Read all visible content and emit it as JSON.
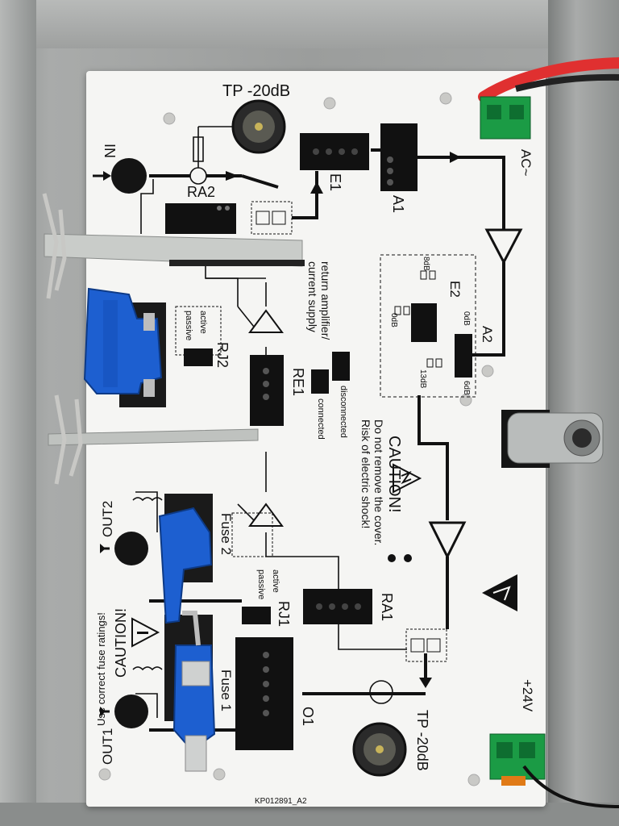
{
  "board": {
    "tp_top": "TP -20dB",
    "tp_bottom": "TP -20dB",
    "in": "IN",
    "ra2": "RA2",
    "e1": "E1",
    "a1": "A1",
    "ac": "AC~",
    "e2": "E2",
    "a2": "A2",
    "db8": "8dB",
    "db0": "0dB",
    "db13": "13dB",
    "a2_0db": "0dB",
    "a2_6db": "6dB",
    "return_amp_1": "return amplifier/",
    "return_amp_2": "current supply",
    "disconnected": "disconnected",
    "connected": "connected",
    "re1": "RE1",
    "rj2": "RJ2",
    "active_top": "active",
    "passive_top": "passive",
    "caution_right": "CAUTION!",
    "caution_right_l1": "Do not remove the cover.",
    "caution_right_l2": "Risk of electric shock!",
    "out2": "OUT2",
    "out1": "OUT1",
    "fuse2": "Fuse 2",
    "fuse1": "Fuse 1",
    "caution_left": "CAUTION!",
    "caution_left_l1": "Use correct fuse ratings!",
    "active_bot": "active",
    "passive_bot": "passive",
    "rj1": "RJ1",
    "ra1": "RA1",
    "o1": "O1",
    "v24": "+24V",
    "part_no": "KP012891_A2"
  },
  "colors": {
    "board": "#f5f5f3",
    "ink": "#111111",
    "housing": "#9b9d9c",
    "blue_plastic": "#1d5fd0",
    "terminal_green": "#1b9b45",
    "wire_red": "#e03030"
  },
  "icons": [
    "caution-triangle-icon",
    "lightning-icon",
    "esd-warning-icon",
    "down-arrow-icon",
    "amplifier-triangle-icon"
  ]
}
